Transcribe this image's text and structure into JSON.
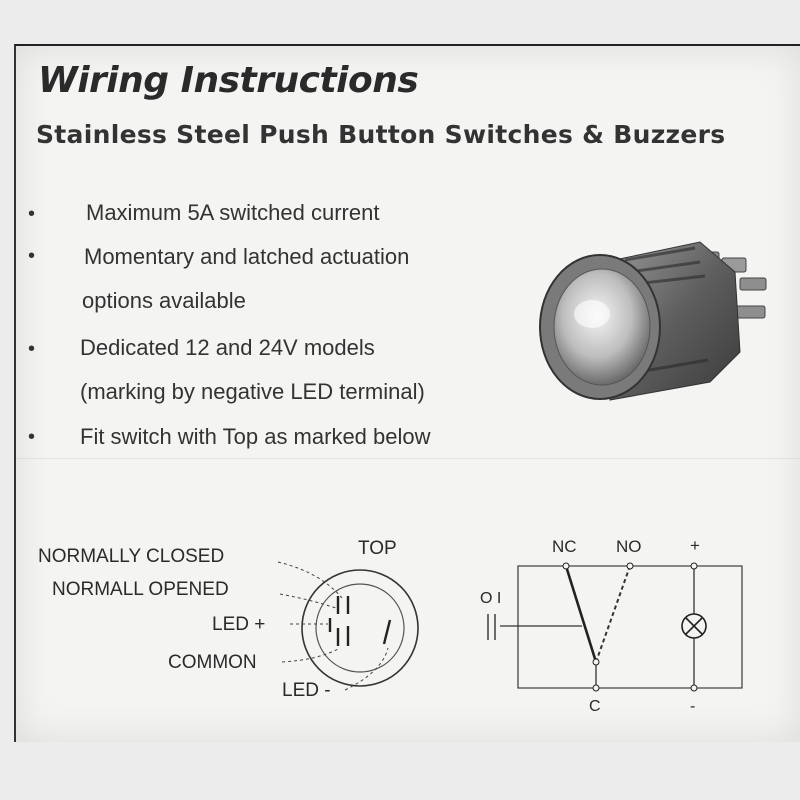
{
  "heading": {
    "title": "Wiring Instructions",
    "subtitle": "Stainless Steel Push Button Switches & Buzzers"
  },
  "features": [
    {
      "lines": [
        "Maximum 5A switched current"
      ]
    },
    {
      "lines": [
        "Momentary and latched actuation",
        "options available"
      ]
    },
    {
      "lines": [
        "Dedicated 12 and 24V models",
        "(marking by negative LED terminal)"
      ]
    },
    {
      "lines": [
        "Fit switch with Top as marked below"
      ]
    }
  ],
  "terminal_diagram": {
    "top_label": "TOP",
    "normally_closed": "NORMALLY CLOSED",
    "normally_opened": "NORMALL OPENED",
    "led_plus": "LED +",
    "common": "COMMON",
    "led_minus": "LED -"
  },
  "circuit_schematic": {
    "nc": "NC",
    "no": "NO",
    "plus": "+",
    "c": "C",
    "minus": "-",
    "switch_symbol": "O I"
  }
}
